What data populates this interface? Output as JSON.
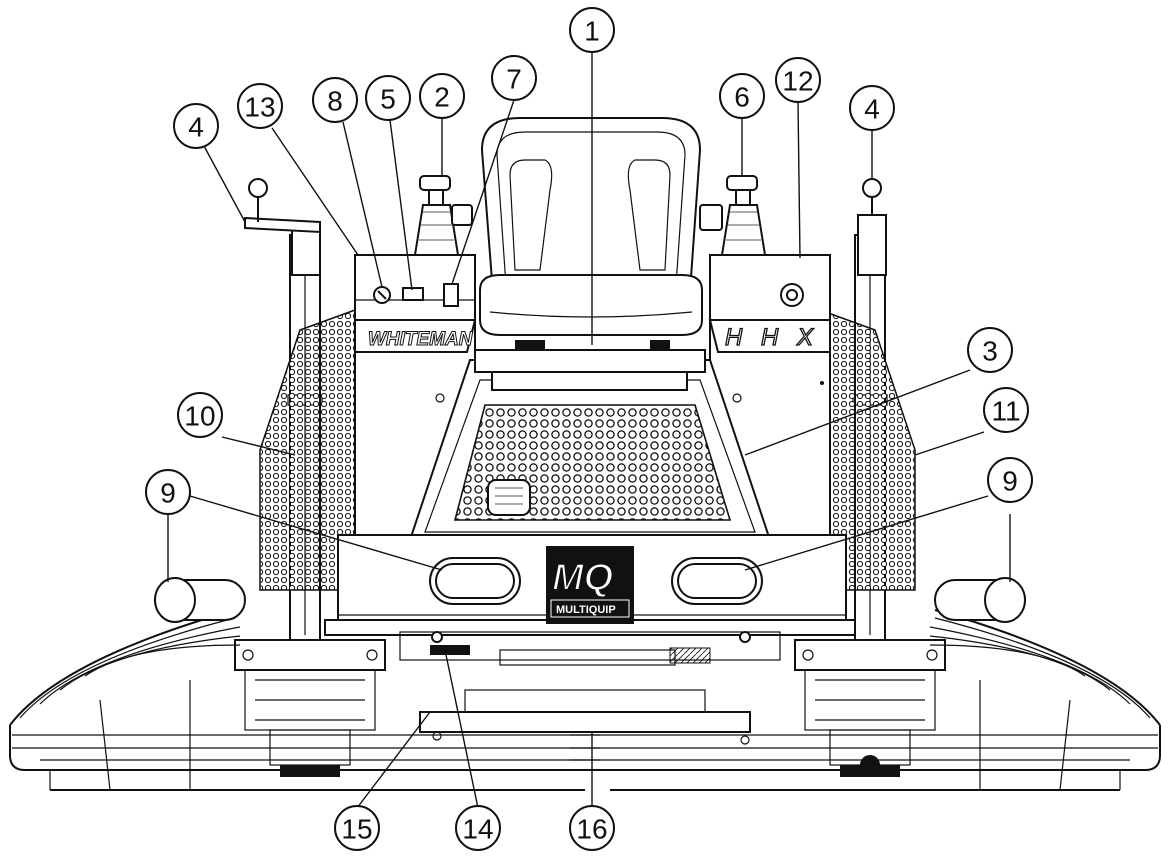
{
  "diagram": {
    "brand_panel_text": "WHITEMAN",
    "model_panel_text": "H H X",
    "logo_mark": "MQ",
    "logo_name": "MULTIQUIP",
    "callouts": [
      {
        "id": "c1",
        "label": "1"
      },
      {
        "id": "c2",
        "label": "2"
      },
      {
        "id": "c3",
        "label": "3"
      },
      {
        "id": "c4a",
        "label": "4"
      },
      {
        "id": "c4b",
        "label": "4"
      },
      {
        "id": "c5",
        "label": "5"
      },
      {
        "id": "c6",
        "label": "6"
      },
      {
        "id": "c7",
        "label": "7"
      },
      {
        "id": "c8",
        "label": "8"
      },
      {
        "id": "c9a",
        "label": "9"
      },
      {
        "id": "c9b",
        "label": "9"
      },
      {
        "id": "c10",
        "label": "10"
      },
      {
        "id": "c11",
        "label": "11"
      },
      {
        "id": "c12",
        "label": "12"
      },
      {
        "id": "c13",
        "label": "13"
      },
      {
        "id": "c14",
        "label": "14"
      },
      {
        "id": "c15",
        "label": "15"
      },
      {
        "id": "c16",
        "label": "16"
      }
    ]
  }
}
